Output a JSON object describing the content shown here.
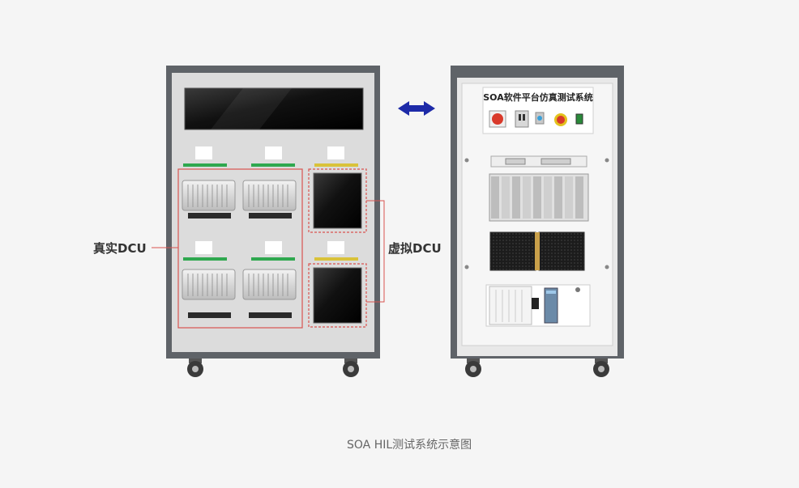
{
  "labels": {
    "real_dcu": "真实DCU",
    "virtual_dcu": "虚拟DCU"
  },
  "right_cabinet": {
    "panel_title": "SOA软件平台仿真测试系统"
  },
  "caption": "SOA HIL测试系统示意图",
  "colors": {
    "background": "#f5f5f5",
    "cabinet_frame": "#5f6368",
    "cabinet_panel": "#dcdcdc",
    "highlight_box": "#d9534f",
    "arrow": "#1d2aa8",
    "green_strip": "#2fa84f",
    "yellow_strip": "#d9c23a"
  }
}
